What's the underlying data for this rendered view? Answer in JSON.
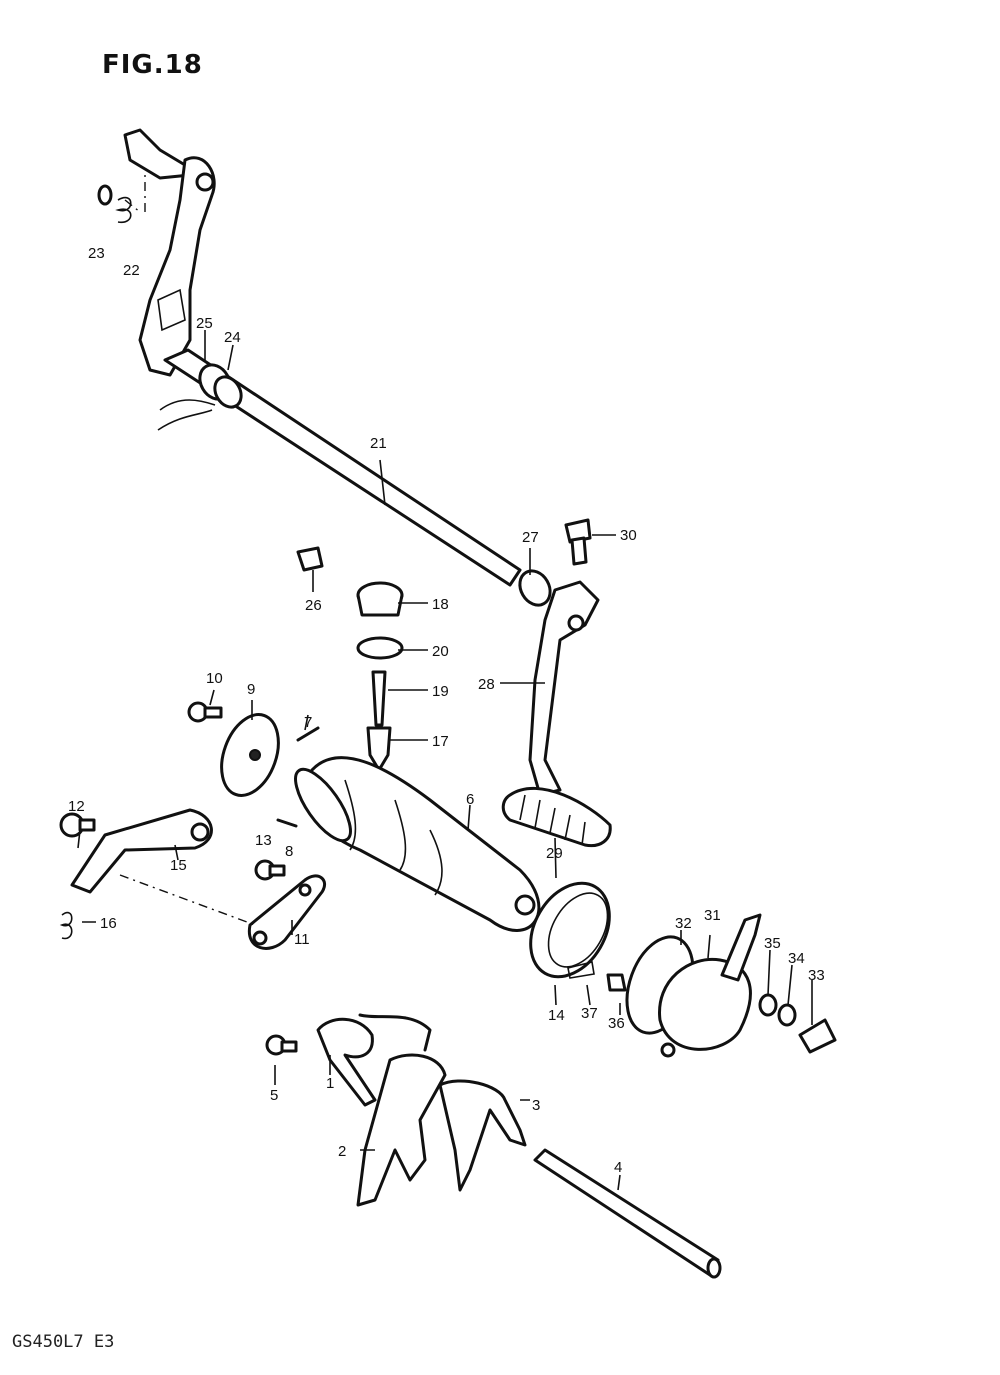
{
  "figure": {
    "title": "FIG.18",
    "model_code": "GS450L7 E3"
  },
  "callouts": [
    {
      "id": "c23",
      "text": "23"
    },
    {
      "id": "c22",
      "text": "22"
    },
    {
      "id": "c25",
      "text": "25"
    },
    {
      "id": "c24",
      "text": "24"
    },
    {
      "id": "c21",
      "text": "21"
    },
    {
      "id": "c27",
      "text": "27"
    },
    {
      "id": "c30",
      "text": "30"
    },
    {
      "id": "c26",
      "text": "26"
    },
    {
      "id": "c18",
      "text": "18"
    },
    {
      "id": "c20",
      "text": "20"
    },
    {
      "id": "c19",
      "text": "19"
    },
    {
      "id": "c17",
      "text": "17"
    },
    {
      "id": "c28",
      "text": "28"
    },
    {
      "id": "c10",
      "text": "10"
    },
    {
      "id": "c9",
      "text": "9"
    },
    {
      "id": "c7",
      "text": "7"
    },
    {
      "id": "c8",
      "text": "8"
    },
    {
      "id": "c6",
      "text": "6"
    },
    {
      "id": "c29",
      "text": "29"
    },
    {
      "id": "c12",
      "text": "12"
    },
    {
      "id": "c15",
      "text": "15"
    },
    {
      "id": "c13",
      "text": "13"
    },
    {
      "id": "c16",
      "text": "16"
    },
    {
      "id": "c11",
      "text": "11"
    },
    {
      "id": "c14",
      "text": "14"
    },
    {
      "id": "c37",
      "text": "37"
    },
    {
      "id": "c36",
      "text": "36"
    },
    {
      "id": "c32",
      "text": "32"
    },
    {
      "id": "c31",
      "text": "31"
    },
    {
      "id": "c35",
      "text": "35"
    },
    {
      "id": "c34",
      "text": "34"
    },
    {
      "id": "c33",
      "text": "33"
    },
    {
      "id": "c5",
      "text": "5"
    },
    {
      "id": "c1",
      "text": "1"
    },
    {
      "id": "c3",
      "text": "3"
    },
    {
      "id": "c2",
      "text": "2"
    },
    {
      "id": "c4",
      "text": "4"
    }
  ]
}
